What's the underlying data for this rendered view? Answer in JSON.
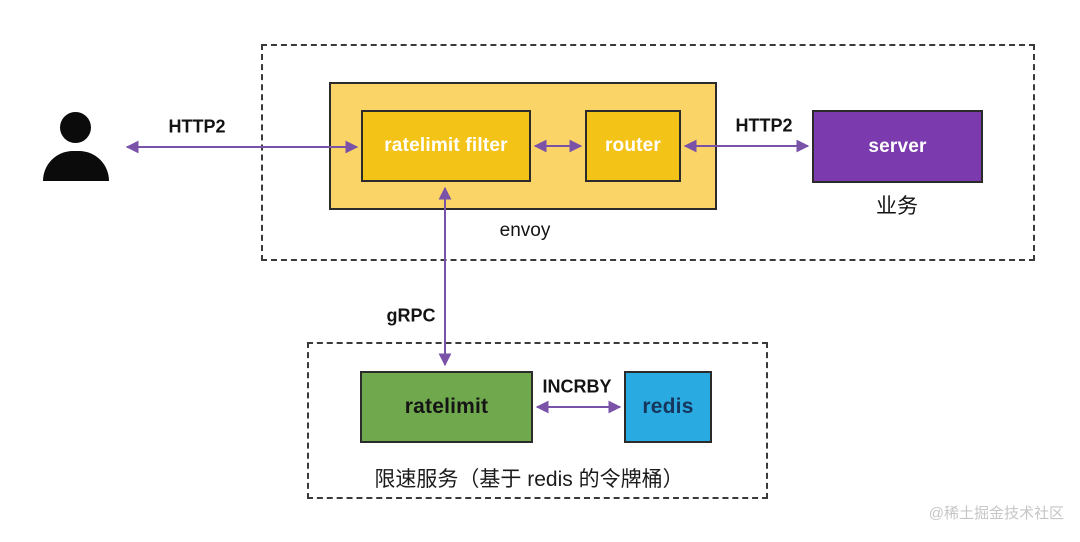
{
  "colors": {
    "envoy_outer_fill": "#FBD467",
    "gold_fill": "#F4C318",
    "server_fill": "#7B3AAE",
    "green_fill": "#6FA84D",
    "blue_fill": "#29ABE2",
    "arrow_purple": "#7A52A8",
    "box_border": "#2b2b2b",
    "dashed_border": "#3a3a3a",
    "watermark_gray": "#c6c6c6"
  },
  "icons": {
    "user_icon": "person-silhouette"
  },
  "nodes": {
    "ratelimit_filter": "ratelimit filter",
    "router": "router",
    "server": "server",
    "ratelimit": "ratelimit",
    "redis": "redis"
  },
  "groups": {
    "envoy_label": "envoy",
    "server_caption": "业务",
    "ratelimit_service_caption": "限速服务（基于 redis 的令牌桶）"
  },
  "edges": {
    "user_to_envoy": "HTTP2",
    "router_to_server": "HTTP2",
    "envoy_to_ratelimit": "gRPC",
    "ratelimit_to_redis": "INCRBY"
  },
  "watermark": "@稀土掘金技术社区"
}
